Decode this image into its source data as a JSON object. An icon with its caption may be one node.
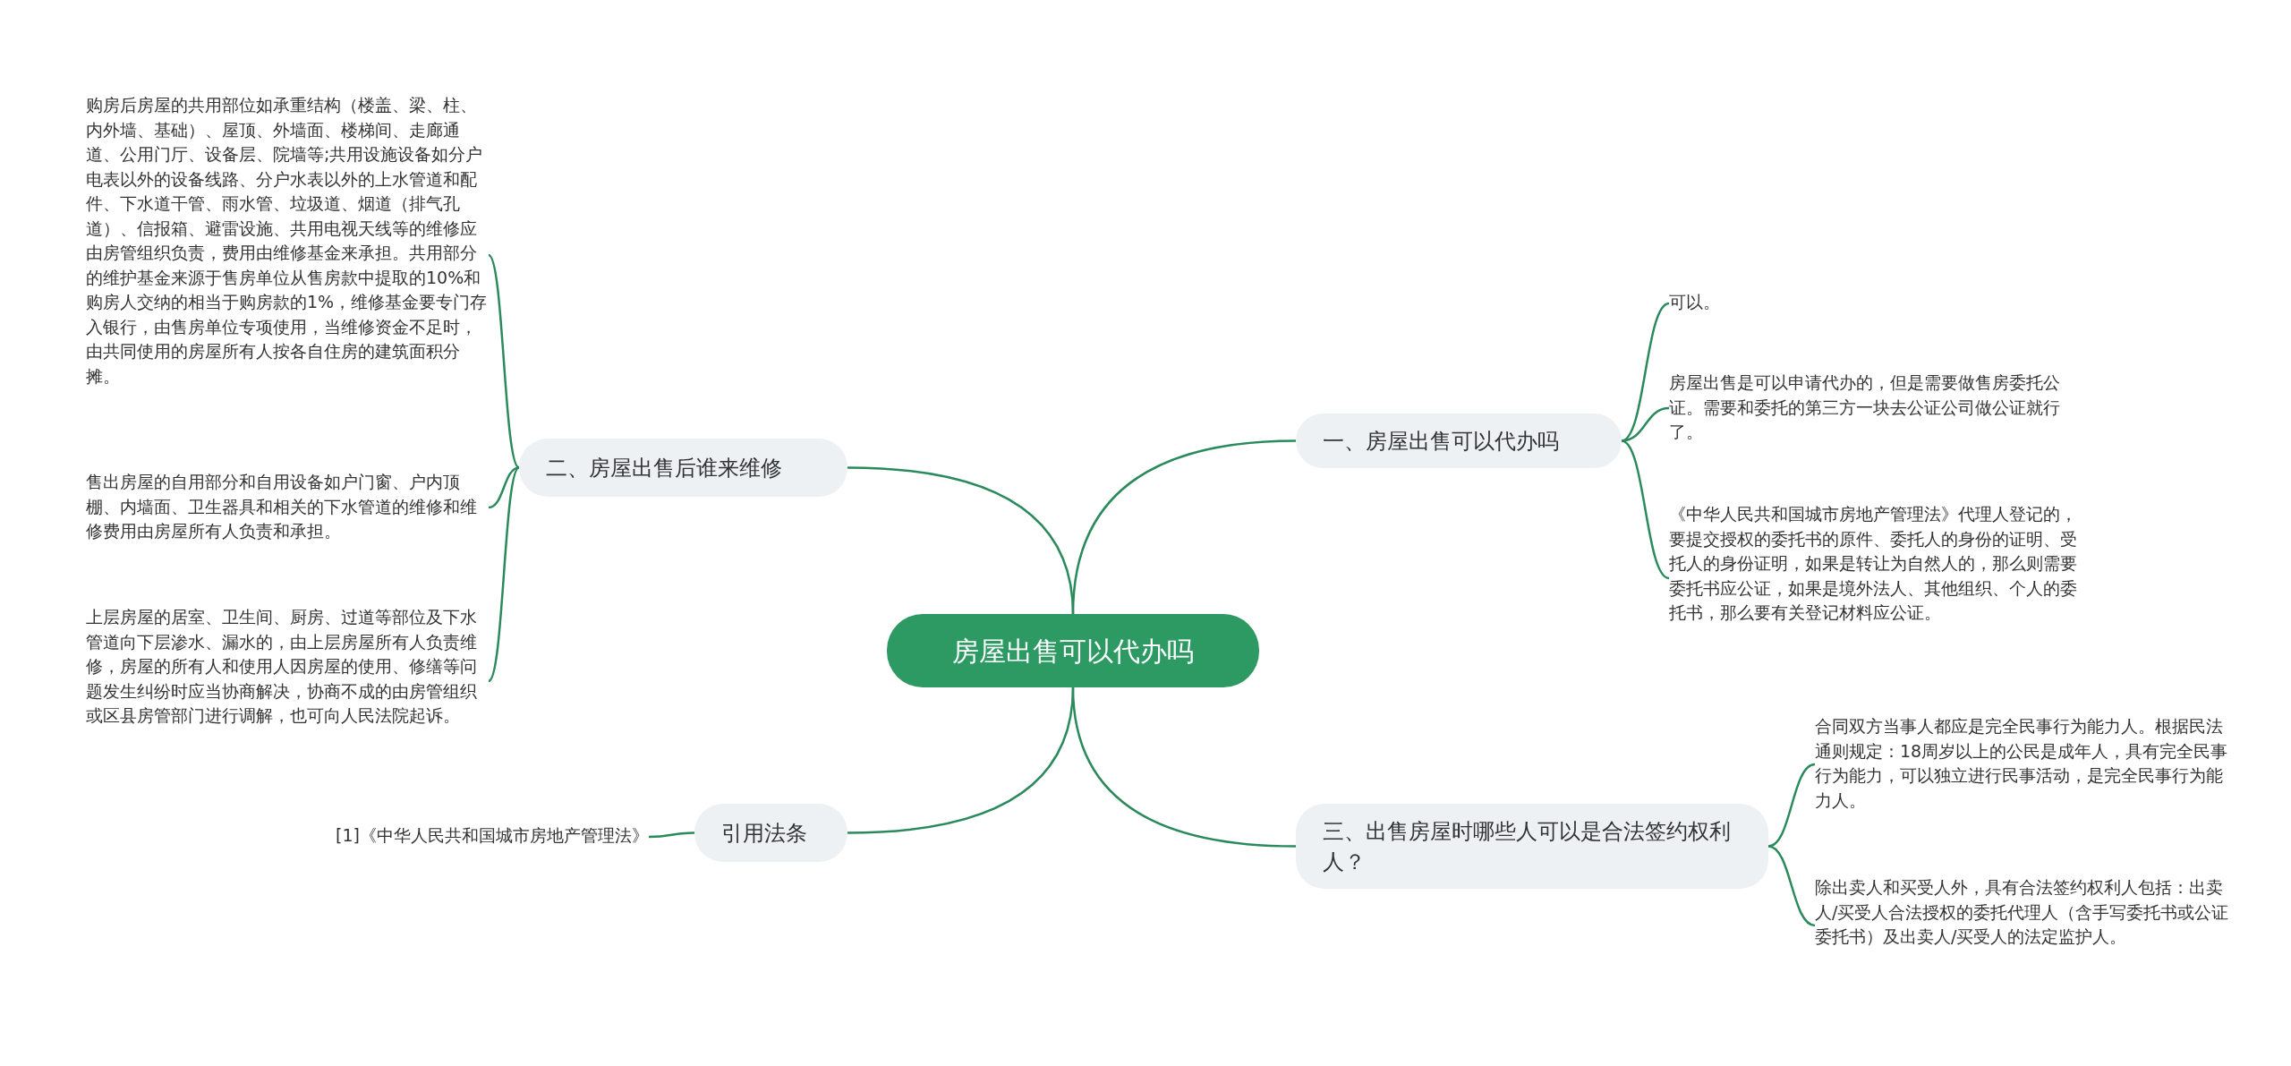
{
  "diagram": {
    "nodes": [
      {
        "text": [
          "房屋出售可以代办吗"
        ]
      },
      {
        "text": [
          "一、房屋出售可以代办吗"
        ]
      },
      {
        "text": [
          "可以。"
        ]
      },
      {
        "text": [
          "房屋出售是可以申请代办的，但是需要做售房委托公证。需要和委托的第三方一块去公证公司做公证就行了。"
        ]
      },
      {
        "text": [
          "《中华人民共和国城市房地产管理法》代理人登记的，要提交授权的委托书的原件、委托人的身份的证明、受托人的身份证明，如果是转让为自然人的，那么则需要委托书应公证，如果是境外法人、其他组织、个人的委托书，那么要有关登记材料应公证。"
        ]
      },
      {
        "text": [
          "二、房屋出售后谁来维修"
        ]
      },
      {
        "text": [
          "购房后房屋的共用部位如承重结构（楼盖、梁、柱、内外墙、基础）、屋顶、外墙面、楼梯间、走廊通道、公用门厅、设备层、院墙等;共用设施设备如分户电表以外的设备线路、分户水表以外的上水管道和配件、下水道干管、雨水管、垃圾道、烟道（排气孔道）、信报箱、避雷设施、共用电视天线等的维修应由房管组织负责，费用由维修基金来承担。共用部分的维护基金来源于售房单位从售房款中提取的10%和购房人交纳的相当于购房款的1%，维修基金要专门存入银行，由售房单位专项使用，当维修资金不足时，由共同使用的房屋所有人按各自住房的建筑面积分摊。"
        ]
      },
      {
        "text": [
          "售出房屋的自用部分和自用设备如户门窗、户内顶棚、内墙面、卫生器具和相关的下水管道的维修和维修费用由房屋所有人负责和承担。"
        ]
      },
      {
        "text": [
          "上层房屋的居室、卫生间、厨房、过道等部位及下水管道向下层渗水、漏水的，由上层房屋所有人负责维修，房屋的所有人和使用人因房屋的使用、修缮等问题发生纠纷时应当协商解决，协商不成的由房管组织或区县房管部门进行调解，也可向人民法院起诉。"
        ]
      },
      {
        "text": [
          "三、出售房屋时哪些人可以是合法签约权利人？"
        ]
      },
      {
        "text": [
          "合同双方当事人都应是完全民事行为能力人。根据民法通则规定：18周岁以上的公民是成年人，具有完全民事行为能力，可以独立进行民事活动，是完全民事行为能力人。"
        ]
      },
      {
        "text": [
          "除出卖人和买受人外，具有合法签约权利人包括：出卖人/买受人合法授权的委托代理人（含手写委托书或公证委托书）及出卖人/买受人的法定监护人。"
        ]
      },
      {
        "text": [
          "引用法条"
        ]
      },
      {
        "text": [
          "[1]《中华人民共和国城市房地产管理法》"
        ]
      }
    ],
    "edges": [
      {
        "from": 0,
        "to": 1,
        "arrow": "none"
      },
      {
        "from": 1,
        "to": 2,
        "arrow": "none"
      },
      {
        "from": 1,
        "to": 3,
        "arrow": "none"
      },
      {
        "from": 1,
        "to": 4,
        "arrow": "none"
      },
      {
        "from": 0,
        "to": 5,
        "arrow": "none"
      },
      {
        "from": 5,
        "to": 6,
        "arrow": "none"
      },
      {
        "from": 5,
        "to": 7,
        "arrow": "none"
      },
      {
        "from": 5,
        "to": 8,
        "arrow": "none"
      },
      {
        "from": 0,
        "to": 9,
        "arrow": "none"
      },
      {
        "from": 9,
        "to": 10,
        "arrow": "none"
      },
      {
        "from": 9,
        "to": 11,
        "arrow": "none"
      },
      {
        "from": 0,
        "to": 12,
        "arrow": "none"
      },
      {
        "from": 12,
        "to": 13,
        "arrow": "none"
      }
    ]
  }
}
